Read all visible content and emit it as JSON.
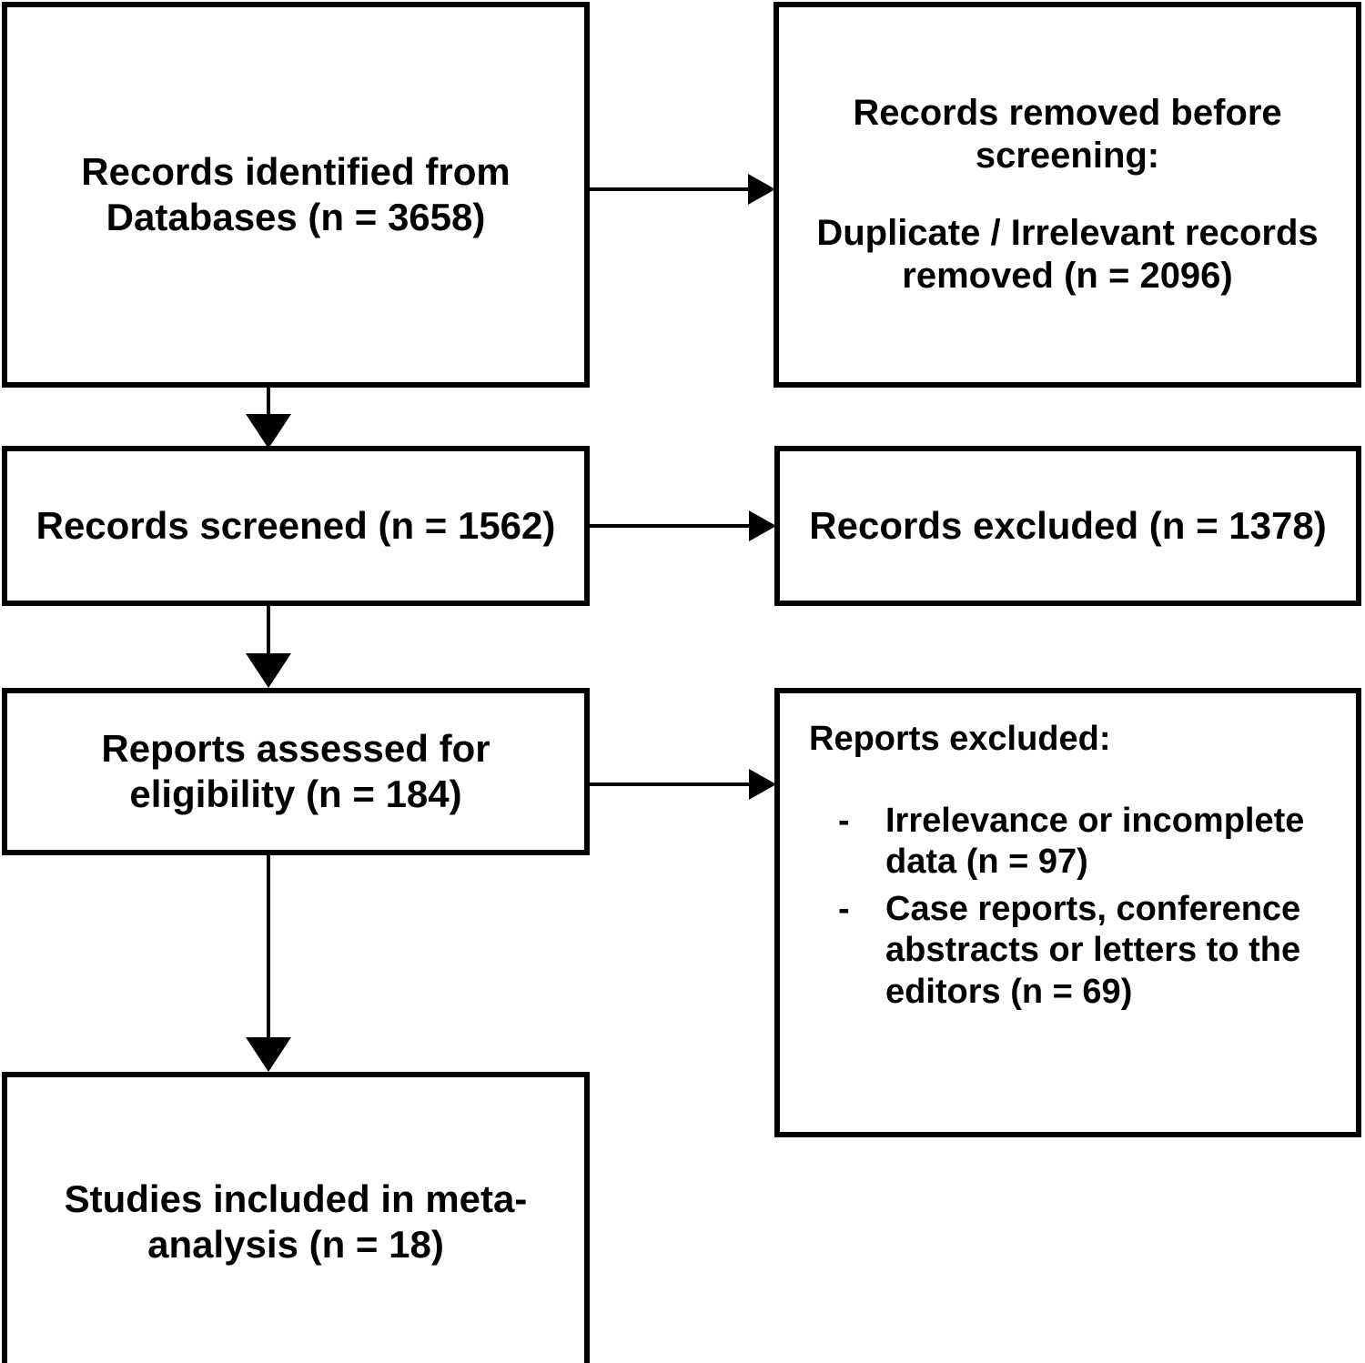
{
  "diagram": {
    "type": "prisma-flow-diagram",
    "colors": {
      "border": "#000000",
      "text": "#000000",
      "background": "#ffffff"
    },
    "boxes": {
      "identified": {
        "name": "records-identified",
        "text": "Records identified from Databases (n = 3658)"
      },
      "removed_before_screening": {
        "name": "records-removed-before-screening",
        "line1": "Records removed before screening:",
        "line2": "Duplicate / Irrelevant records removed (n = 2096)"
      },
      "screened": {
        "name": "records-screened",
        "text": "Records screened (n = 1562)"
      },
      "excluded": {
        "name": "records-excluded",
        "text": "Records excluded (n = 1378)"
      },
      "eligibility": {
        "name": "reports-assessed-for-eligibility",
        "text": "Reports assessed for eligibility (n = 184)"
      },
      "reports_excluded": {
        "name": "reports-excluded",
        "heading": "Reports excluded:",
        "bullet_marker": "-",
        "items": [
          "Irrelevance or incomplete data (n = 97)",
          "Case reports, conference abstracts or letters to the editors (n = 69)"
        ]
      },
      "included": {
        "name": "studies-included-in-meta-analysis",
        "text": "Studies included in meta-analysis (n = 18)"
      }
    },
    "counts": {
      "identified_from_databases": 3658,
      "duplicate_irrelevant_removed": 2096,
      "records_screened": 1562,
      "records_excluded": 1378,
      "reports_assessed": 184,
      "excluded_irrelevance_incomplete": 97,
      "excluded_case_reports_abstracts_letters": 69,
      "studies_included": 18
    },
    "connectors": [
      {
        "name": "identified-to-removed",
        "direction": "right"
      },
      {
        "name": "identified-to-screened",
        "direction": "down"
      },
      {
        "name": "screened-to-excluded",
        "direction": "right"
      },
      {
        "name": "screened-to-eligibility",
        "direction": "down"
      },
      {
        "name": "eligibility-to-reports-excluded",
        "direction": "right"
      },
      {
        "name": "eligibility-to-included",
        "direction": "down"
      }
    ]
  }
}
